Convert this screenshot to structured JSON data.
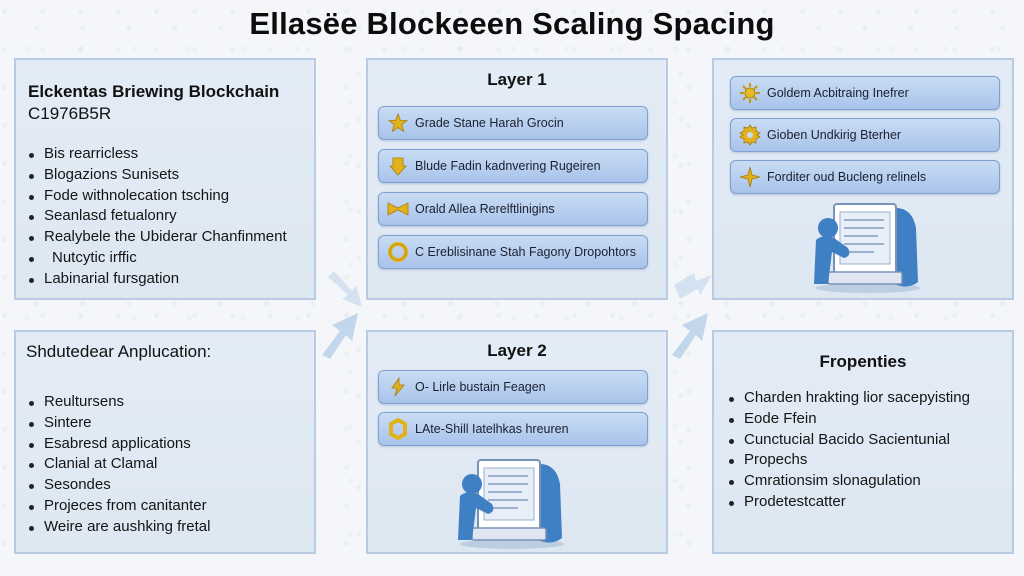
{
  "title": "Ellasëe Blockeeen Scaling Spacing",
  "left_top": {
    "heading_line1": "Elckentas Briewing Blockchain",
    "heading_line2": "C1976B5R",
    "items": [
      "Bis rearricless",
      "Blogazions Sunisets",
      "Fode withnolecation tsching",
      "Seanlasd fetualonry",
      "Realybele the Ubiderar Chanfinment",
      "Nutcytic irffic",
      "Labinarial fursgation"
    ]
  },
  "layer1": {
    "title": "Layer 1",
    "pills": [
      {
        "label": "Grade Stane Harah Grocin",
        "icon": "star-icon"
      },
      {
        "label": "Blude Fadin kadnvering Rugeiren",
        "icon": "arrow-down-icon"
      },
      {
        "label": "Orald Allea Rerelftlinigins",
        "icon": "bowtie-icon"
      },
      {
        "label": "C Ereblisinane Stah Fagony Dropohtors",
        "icon": "ring-icon"
      }
    ]
  },
  "right_top": {
    "pills": [
      {
        "label": "Goldem Acbitraing Inefrer",
        "icon": "sun-icon"
      },
      {
        "label": "Gioben Undkirig Bterher",
        "icon": "gear-icon"
      },
      {
        "label": "Forditer oud Bucleng relinels",
        "icon": "sparkle-icon"
      }
    ]
  },
  "left_bot": {
    "heading": "Shdutedear Anplucation:",
    "items": [
      "Reultursens",
      "Sintere",
      "Esabresd applications",
      "Clanial at Clamal",
      "Sesondes",
      "Projeces from canitanter",
      "Weire are aushking fretal"
    ]
  },
  "layer2": {
    "title": "Layer 2",
    "pills": [
      {
        "label": "O- Lirle bustain Feagen",
        "icon": "bolt-icon"
      },
      {
        "label": "LAte-Shill Iatelhkas hreuren",
        "icon": "ring-icon"
      }
    ]
  },
  "right_bot": {
    "heading": "Fropenties",
    "items": [
      "Charden hrakting lior sacepyisting",
      "Eode Ffein",
      "Cunctucial Bacido Sacientunial",
      "Propechs",
      "Cmrationsim slonagulation",
      "Prodetestcatter"
    ]
  },
  "colors": {
    "panel_bg": "#e0e9f4",
    "panel_border": "#b8cbe2",
    "pill_bg": "#b7cdee",
    "pill_border": "#7f9fd0",
    "icon_gold": "#e2b21c",
    "figure_blue": "#3f7fc4"
  }
}
